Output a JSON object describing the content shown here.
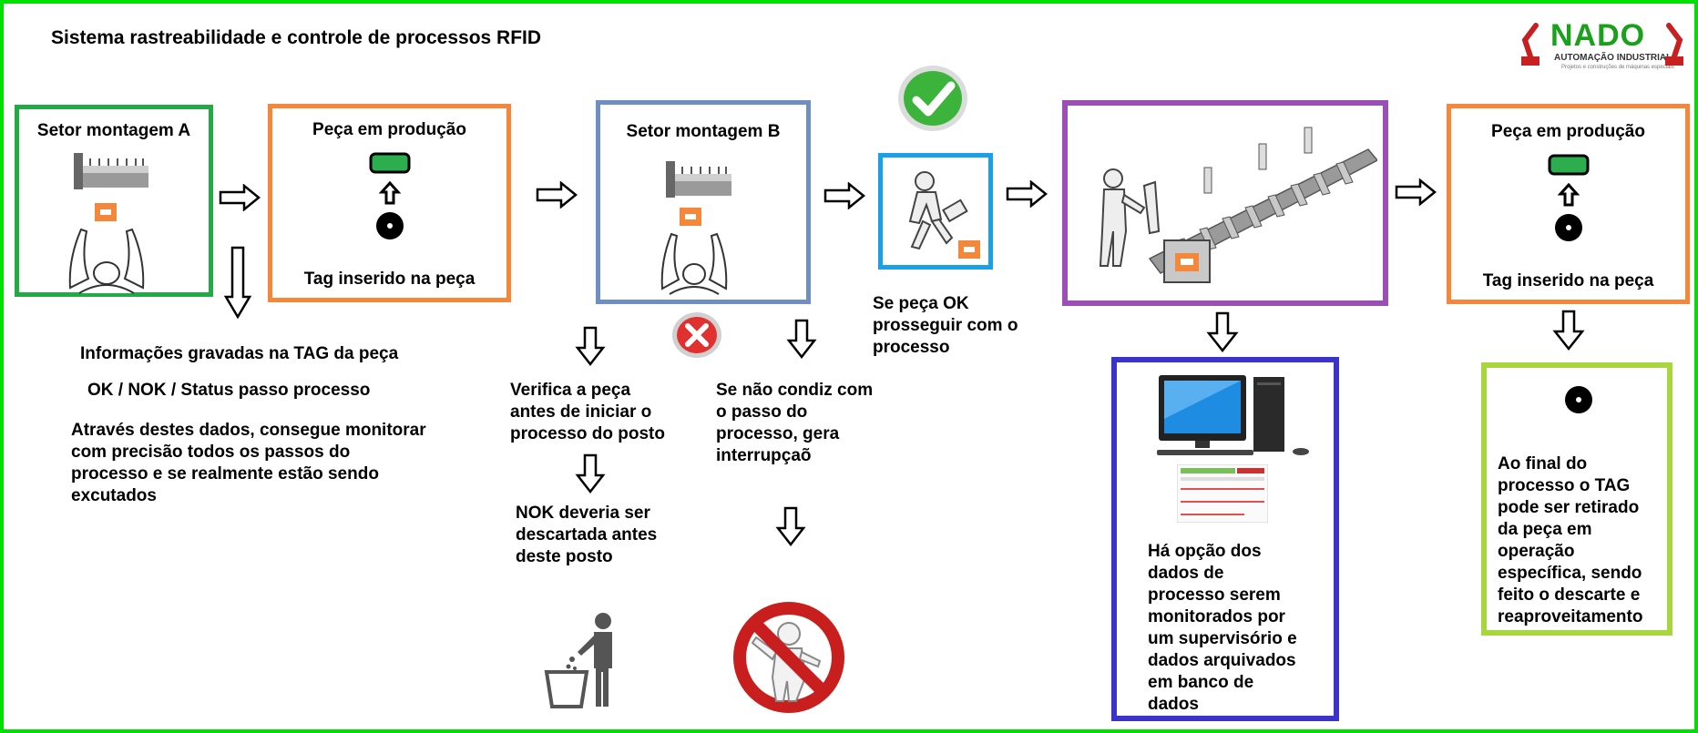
{
  "title": "Sistema rastreabilidade e controle de processos RFID",
  "logo": {
    "name": "NADO",
    "subtitle": "AUTOMAÇÃO INDUSTRIAL",
    "tagline": "Projetos e construções de máquinas especiais"
  },
  "colors": {
    "frame": "#00e000",
    "green": "#22aa44",
    "orange": "#f5873a",
    "blue_gray": "#6f8fc2",
    "cyan": "#19a0e6",
    "purple": "#9b4fb4",
    "indigo": "#3a35c8",
    "lime": "#a8d63c",
    "tag_green": "#2cae4f"
  },
  "boxes": {
    "setor_a": {
      "label": "Setor montagem A"
    },
    "peca_producao_1": {
      "label": "Peça em produção",
      "footer": "Tag inserido na peça"
    },
    "setor_b": {
      "label": "Setor montagem B"
    },
    "peca_producao_2": {
      "label": "Peça em produção",
      "footer": "Tag inserido na peça"
    }
  },
  "texts": {
    "info_gravadas": "Informações gravadas na TAG da peça",
    "ok_nok": "OK / NOK / Status passo processo",
    "atraves": "Através destes dados, consegue monitorar\ncom precisão todos os passos do\nprocesso e se realmente estão sendo\nexcutados",
    "verifica": "Verifica a peça\nantes de iniciar o\nprocesso do posto",
    "nok_descartada": "NOK deveria ser\ndescartada antes\ndeste posto",
    "nao_condiz": "Se não condiz com\no passo do\nprocesso, gera\ninterrupçaõ",
    "peca_ok": "Se peça OK\nprosseguir com o\nprocesso",
    "supervisorio": "Há opção dos\ndados de\nprocesso serem\nmonitorados por\num supervisório e\ndados arquivados\nem banco de\ndados",
    "final": "Ao final do\nprocesso o TAG\npode ser retirado\nda peça em\noperação\nespecífica, sendo\nfeito o descarte e\nreaproveitamento"
  },
  "icons": [
    "check-icon",
    "cross-icon",
    "trash-person-icon",
    "stop-sign-icon",
    "computer-icon",
    "conveyor-icon",
    "worker-icon",
    "hands-icon",
    "machine-icon",
    "rfid-tag-icon"
  ]
}
